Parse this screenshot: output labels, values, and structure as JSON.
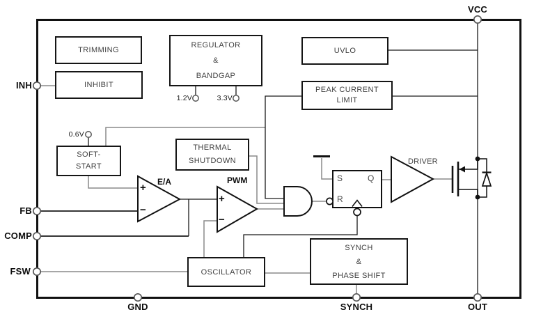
{
  "pins": {
    "vcc": "VCC",
    "inh": "INH",
    "fb": "FB",
    "comp": "COMP",
    "fsw": "FSW",
    "gnd": "GND",
    "synch": "SYNCH",
    "out": "OUT"
  },
  "blocks": {
    "trimming": "TRIMMING",
    "inhibit": "INHIBIT",
    "regulator": [
      "REGULATOR",
      "&",
      "BANDGAP"
    ],
    "uvlo": "UVLO",
    "peak_current_limit": [
      "PEAK CURRENT",
      "LIMIT"
    ],
    "soft_start": [
      "SOFT-",
      "START"
    ],
    "thermal_shutdown": [
      "THERMAL",
      "SHUTDOWN"
    ],
    "oscillator": "OSCILLATOR",
    "synch_phase_shift": [
      "SYNCH",
      "&",
      "PHASE SHIFT"
    ],
    "driver": "DRIVER"
  },
  "references": {
    "soft_start_ref": "0.6V",
    "reg_1v2": "1.2V",
    "reg_3v3": "3.3V"
  },
  "comparators": {
    "error_amp": "E/A",
    "pwm": "PWM",
    "plus": "+",
    "minus": "−"
  },
  "latch": {
    "s": "S",
    "q": "Q",
    "r": "R"
  },
  "colors": {
    "outline": "#111111",
    "wire_gray": "#8a8a8a",
    "box_text": "#3f3f3f",
    "background": "#ffffff"
  }
}
